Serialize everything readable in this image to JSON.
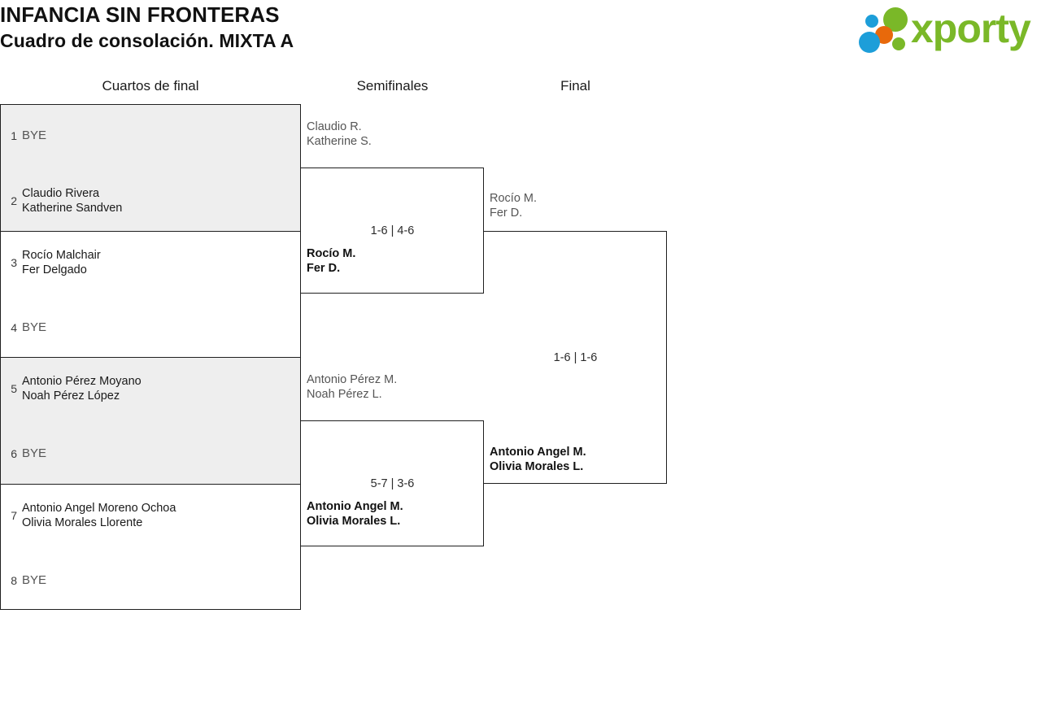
{
  "header": {
    "title_line1": "INFANCIA SIN FRONTERAS",
    "title_line2": "Cuadro de consolación. MIXTA A",
    "brand": {
      "word": "xporty",
      "colors": {
        "green": "#7ab828",
        "blue": "#1d9ed9",
        "orange": "#e8690b"
      }
    }
  },
  "rounds": {
    "quarterfinals_label": "Cuartos de final",
    "semifinals_label": "Semifinales",
    "final_label": "Final"
  },
  "bracket": {
    "quarterfinals": [
      {
        "top": {
          "seed": "1",
          "line1": "BYE",
          "line2": "",
          "bye": true
        },
        "bottom": {
          "seed": "2",
          "line1": "Claudio Rivera",
          "line2": "Katherine Sandven",
          "bye": false
        }
      },
      {
        "top": {
          "seed": "3",
          "line1": "Rocío Malchair",
          "line2": "Fer Delgado",
          "bye": false
        },
        "bottom": {
          "seed": "4",
          "line1": "BYE",
          "line2": "",
          "bye": true
        }
      },
      {
        "top": {
          "seed": "5",
          "line1": "Antonio Pérez Moyano",
          "line2": "Noah Pérez López",
          "bye": false
        },
        "bottom": {
          "seed": "6",
          "line1": "BYE",
          "line2": "",
          "bye": true
        }
      },
      {
        "top": {
          "seed": "7",
          "line1": "Antonio Angel Moreno Ochoa",
          "line2": "Olivia Morales Llorente",
          "bye": false
        },
        "bottom": {
          "seed": "8",
          "line1": "BYE",
          "line2": "",
          "bye": true
        }
      }
    ],
    "semifinals": [
      {
        "score": "1-6 | 4-6",
        "loser": {
          "line1": "Claudio R.",
          "line2": "Katherine S."
        },
        "winner": {
          "line1": "Rocío M.",
          "line2": "Fer D."
        }
      },
      {
        "score": "5-7 | 3-6",
        "loser": {
          "line1": "Antonio Pérez M.",
          "line2": "Noah Pérez L."
        },
        "winner": {
          "line1": "Antonio Angel M.",
          "line2": "Olivia Morales L."
        }
      }
    ],
    "final": {
      "score": "1-6 | 1-6",
      "loser": {
        "line1": "Rocío M.",
        "line2": "Fer D."
      },
      "winner": {
        "line1": "Antonio Angel M.",
        "line2": "Olivia Morales L."
      }
    }
  }
}
